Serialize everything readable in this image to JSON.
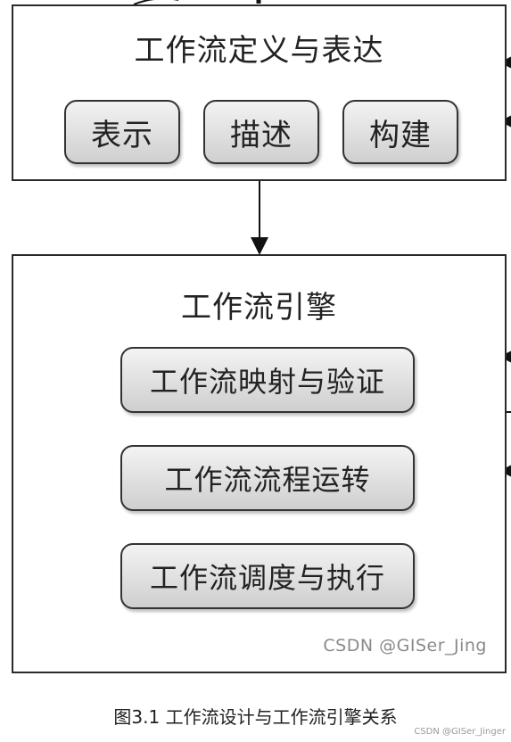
{
  "definition_block": {
    "title": "工作流定义与表达",
    "items": [
      "表示",
      "描述",
      "构建"
    ]
  },
  "engine_block": {
    "title": "工作流引擎",
    "steps": [
      "工作流映射与验证",
      "工作流流程运转",
      "工作流调度与执行"
    ],
    "watermark": "CSDN @GISer_Jing"
  },
  "caption": "图3.1 工作流设计与工作流引擎关系",
  "credit": "CSDN @GISer_Jinger"
}
